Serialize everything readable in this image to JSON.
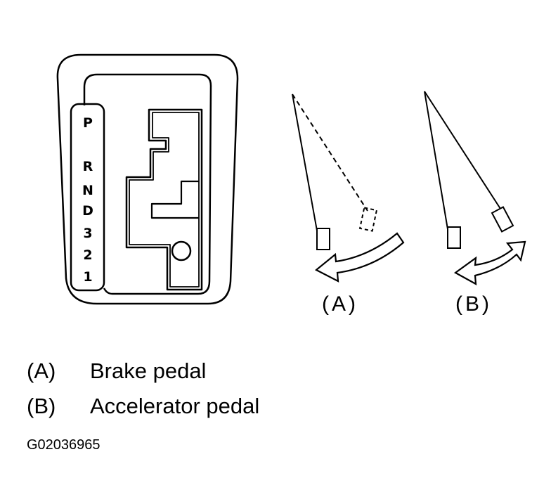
{
  "shifter": {
    "positions": [
      "P",
      "R",
      "N",
      "D",
      "3",
      "2",
      "1"
    ]
  },
  "pedals": {
    "a_caption": "(A)",
    "b_caption": "(B)"
  },
  "legend": [
    {
      "key": "(A)",
      "label": "Brake pedal"
    },
    {
      "key": "(B)",
      "label": "Accelerator pedal"
    }
  ],
  "figure_code": "G02036965"
}
